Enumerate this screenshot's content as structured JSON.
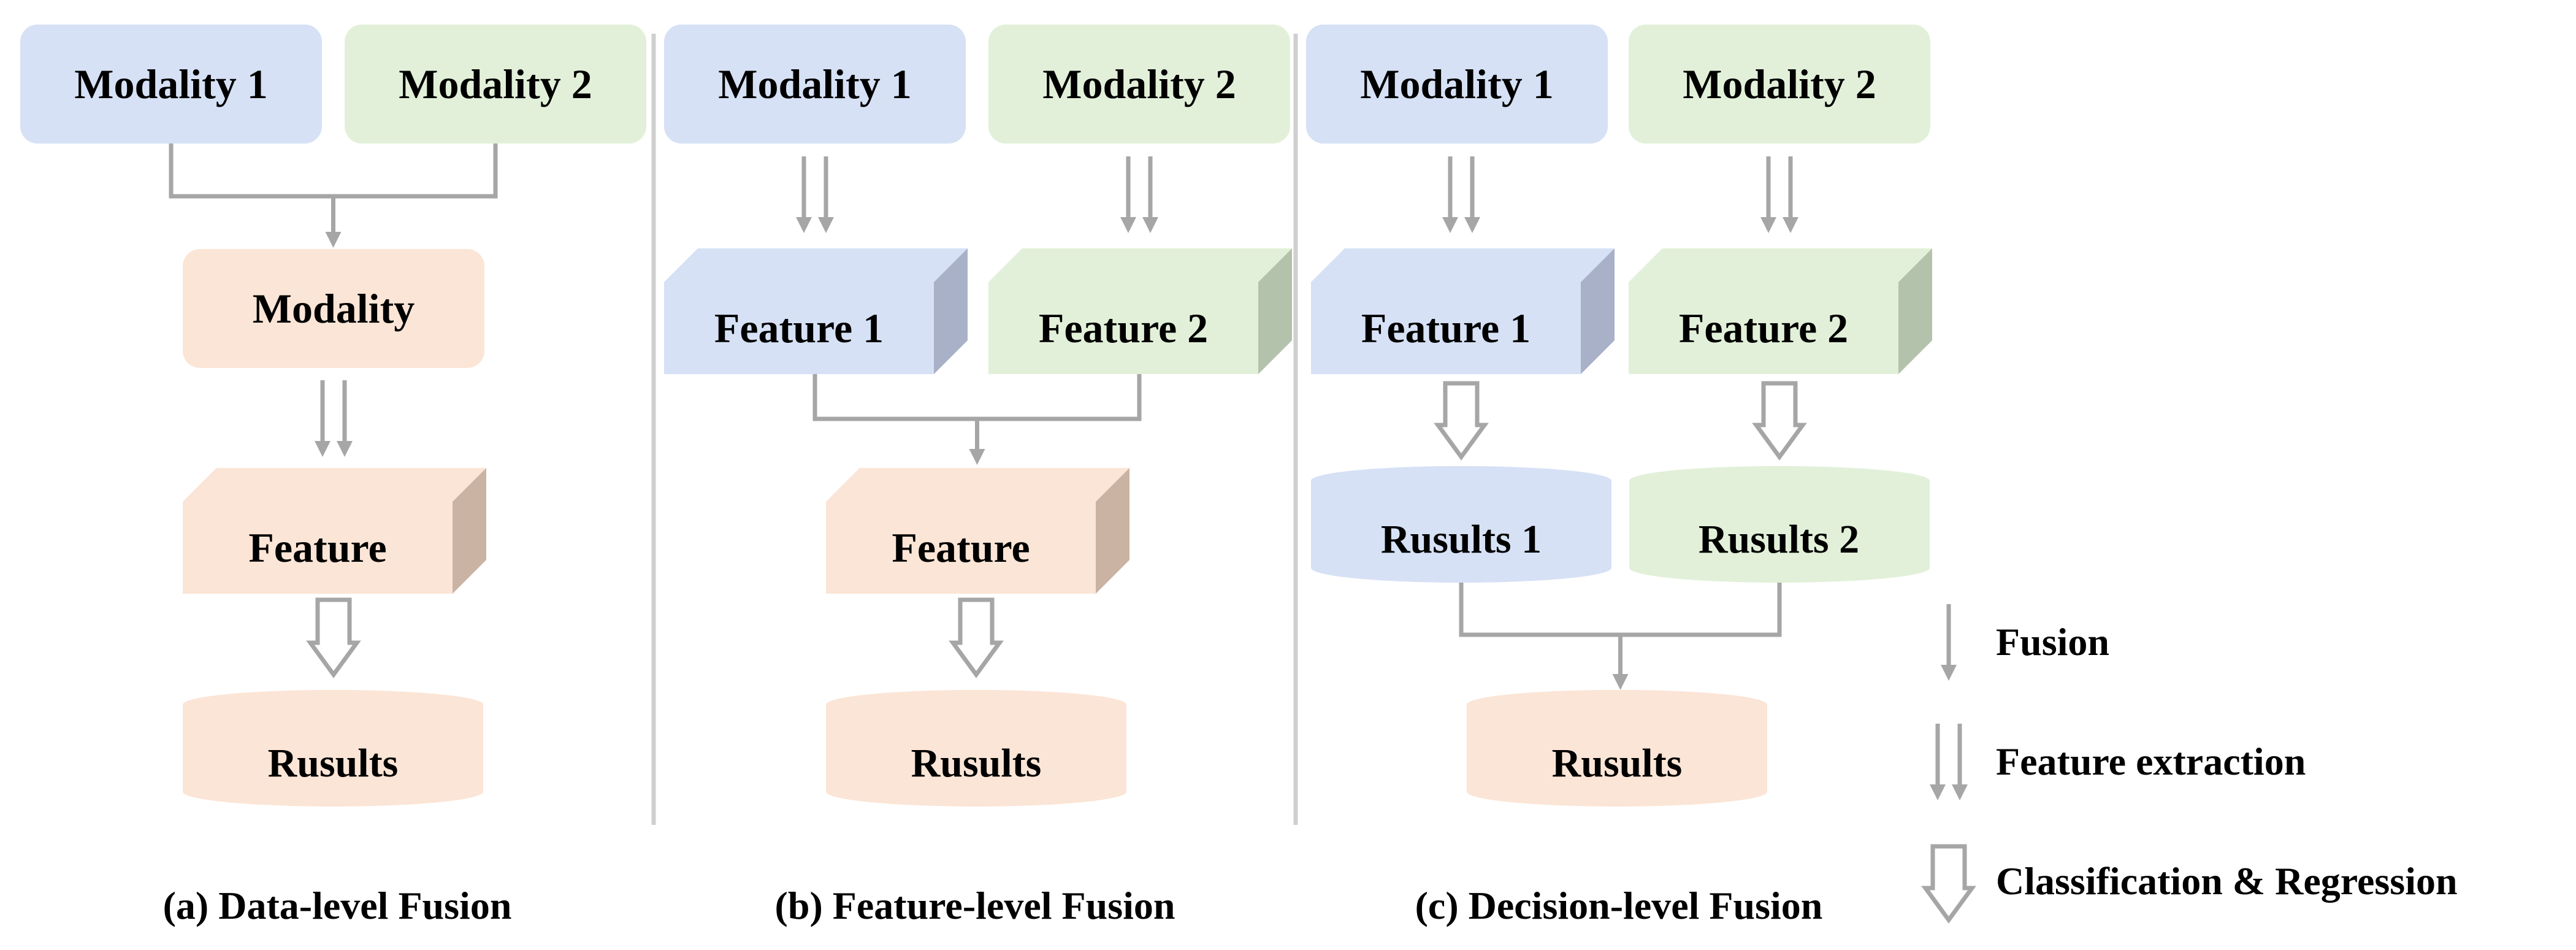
{
  "colors": {
    "blue": "#d6e1f5",
    "blue_side": "#a8b1c7",
    "green": "#e2f0d9",
    "green_side": "#b3c2aa",
    "orange": "#fbe5d6",
    "orange_side": "#cbb3a4",
    "connector": "#a6a6a6"
  },
  "panels": {
    "a": {
      "caption": "(a) Data-level Fusion",
      "modality1": "Modality 1",
      "modality2": "Modality 2",
      "modality": "Modality",
      "feature": "Feature",
      "results": "Rusults"
    },
    "b": {
      "caption": "(b) Feature-level Fusion",
      "modality1": "Modality 1",
      "modality2": "Modality 2",
      "feature1": "Feature 1",
      "feature2": "Feature 2",
      "feature": "Feature",
      "results": "Rusults"
    },
    "c": {
      "caption": "(c) Decision-level Fusion",
      "modality1": "Modality 1",
      "modality2": "Modality 2",
      "feature1": "Feature 1",
      "feature2": "Feature 2",
      "results1": "Rusults 1",
      "results2": "Rusults 2",
      "results": "Rusults"
    }
  },
  "legend": {
    "fusion": "Fusion",
    "feature_extraction": "Feature extraction",
    "classification": "Classification & Regression"
  }
}
